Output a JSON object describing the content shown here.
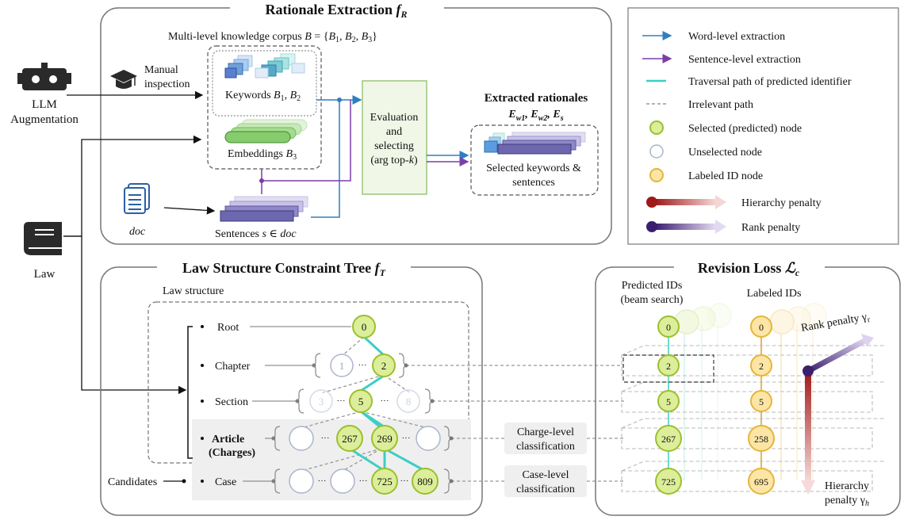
{
  "rationale": {
    "title": "Rationale Extraction f_R",
    "corpus": "Multi-level knowledge corpus B = {B1, B2, B3}",
    "manual": "Manual",
    "inspection": "inspection",
    "keywords": "Keywords B1, B2",
    "embeddings": "Embeddings B3",
    "sentences": "Sentences s ∈ doc",
    "doc": "doc",
    "eval": [
      "Evaluation",
      "and",
      "selecting",
      "(arg top-k)"
    ],
    "extracted_title": "Extracted rationales",
    "extracted_sub": "E_w1, E_w2, E_s",
    "selected": [
      "Selected keywords &",
      "sentences"
    ]
  },
  "left": {
    "llm": [
      "LLM",
      "Augmentation"
    ],
    "law": "Law",
    "candidates": "Candidates"
  },
  "legend": {
    "items": [
      "Word-level extraction",
      "Sentence-level extraction",
      "Traversal path of predicted identifier",
      "Irrelevant path",
      "Selected (predicted) node",
      "Unselected node",
      "Labeled ID node",
      "Hierarchy penalty",
      "Rank penalty"
    ],
    "colors": {
      "word": "#2e7fc1",
      "sentence": "#7b3fa8",
      "traversal": "#3ccfc4",
      "hierarchy": "#a11818",
      "rank": "#3b1f6e"
    }
  },
  "tree": {
    "title": "Law Structure Constraint Tree f_T",
    "law_structure": "Law structure",
    "levels": [
      "Root",
      "Chapter",
      "Section",
      "Article",
      "(Charges)",
      "Case"
    ],
    "nodes": {
      "root": "0",
      "chapter": [
        "1",
        "2"
      ],
      "section": [
        "3",
        "5",
        "8"
      ],
      "article": [
        "267",
        "269"
      ],
      "case": [
        "725",
        "809"
      ]
    },
    "dots": "···",
    "charge_cls": [
      "Charge-level",
      "classification"
    ],
    "case_cls": [
      "Case-level",
      "classification"
    ]
  },
  "revision": {
    "title": "Revision Loss L_c",
    "predicted": [
      "Predicted IDs",
      "(beam search)"
    ],
    "labeled": "Labeled IDs",
    "predicted_ids": [
      "0",
      "2",
      "5",
      "267",
      "725"
    ],
    "labeled_ids": [
      "0",
      "2",
      "5",
      "258",
      "695"
    ],
    "rank_penalty": "Rank penalty γr",
    "hierarchy_penalty": [
      "Hierarchy",
      "penalty γh"
    ]
  }
}
